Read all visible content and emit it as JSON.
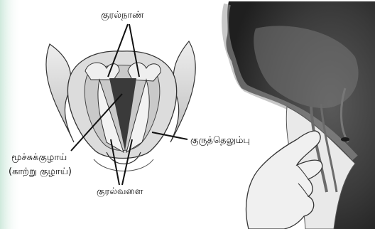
{
  "labels": {
    "vocal_cords": "குரல்நாண்",
    "trachea_line1": "மூச்சுக்குழாய்",
    "trachea_line2": "(காற்று குழாய்)",
    "thyroid_cartilage": "குருத்தெலும்பு",
    "larynx": "குரல்வளை"
  },
  "colors": {
    "left_tint": "#dff1e8",
    "head_dark": "#2e2e2e",
    "head_mid": "#8a8a8a",
    "skin_light": "#e6e6e6",
    "cartilage": "#d7d7d7",
    "line": "#111111"
  }
}
